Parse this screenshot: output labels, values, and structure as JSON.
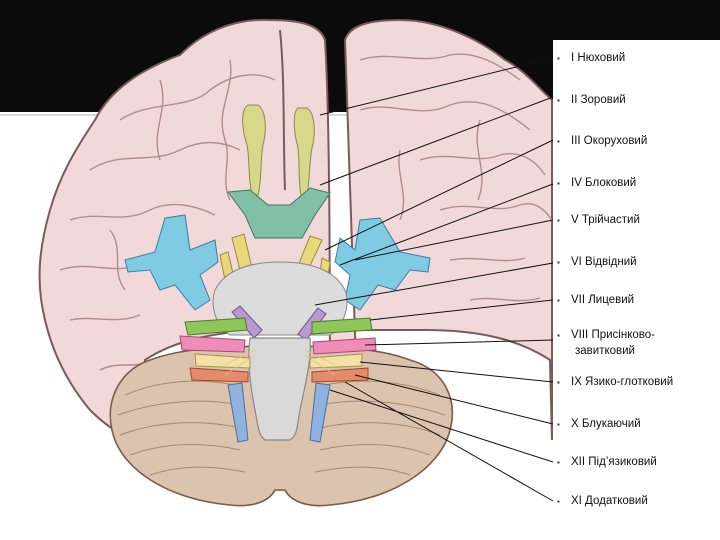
{
  "nerves": [
    {
      "label": "I Нюховий",
      "color": "#d7d88a"
    },
    {
      "label": "II Зоровий",
      "color": "#7fc0a6"
    },
    {
      "label": "III Окоруховий",
      "color": "#e8d87a"
    },
    {
      "label": "IV Блоковий",
      "color": "#7fcbe3"
    },
    {
      "label": "V Трійчастий",
      "color": "#7fcbe3"
    },
    {
      "label": "VI Відвідний",
      "color": "#b79bd0"
    },
    {
      "label": "VII Лицевий",
      "color": "#8ec65a"
    },
    {
      "label": "VIII Присінково-",
      "color": "#f08cb8"
    },
    {
      "label": "завитковий",
      "color": "#f08cb8"
    },
    {
      "label": "IX Язико-глотковий",
      "color": "#f3e2a2"
    },
    {
      "label": "X Блукаючий",
      "color": "#f0c487"
    },
    {
      "label": "XII Під’язиковий",
      "color": "#8fb3de"
    },
    {
      "label": "XI  Додатковий",
      "color": "#e58a6b"
    }
  ],
  "colors": {
    "background": "#ffffff",
    "band": "#0b0b0b",
    "brain": "#f2d9d9",
    "brain_outline": "#7a5a5a",
    "cerebellum": "#dcc3ad",
    "brainstem": "#d6d6d6"
  }
}
